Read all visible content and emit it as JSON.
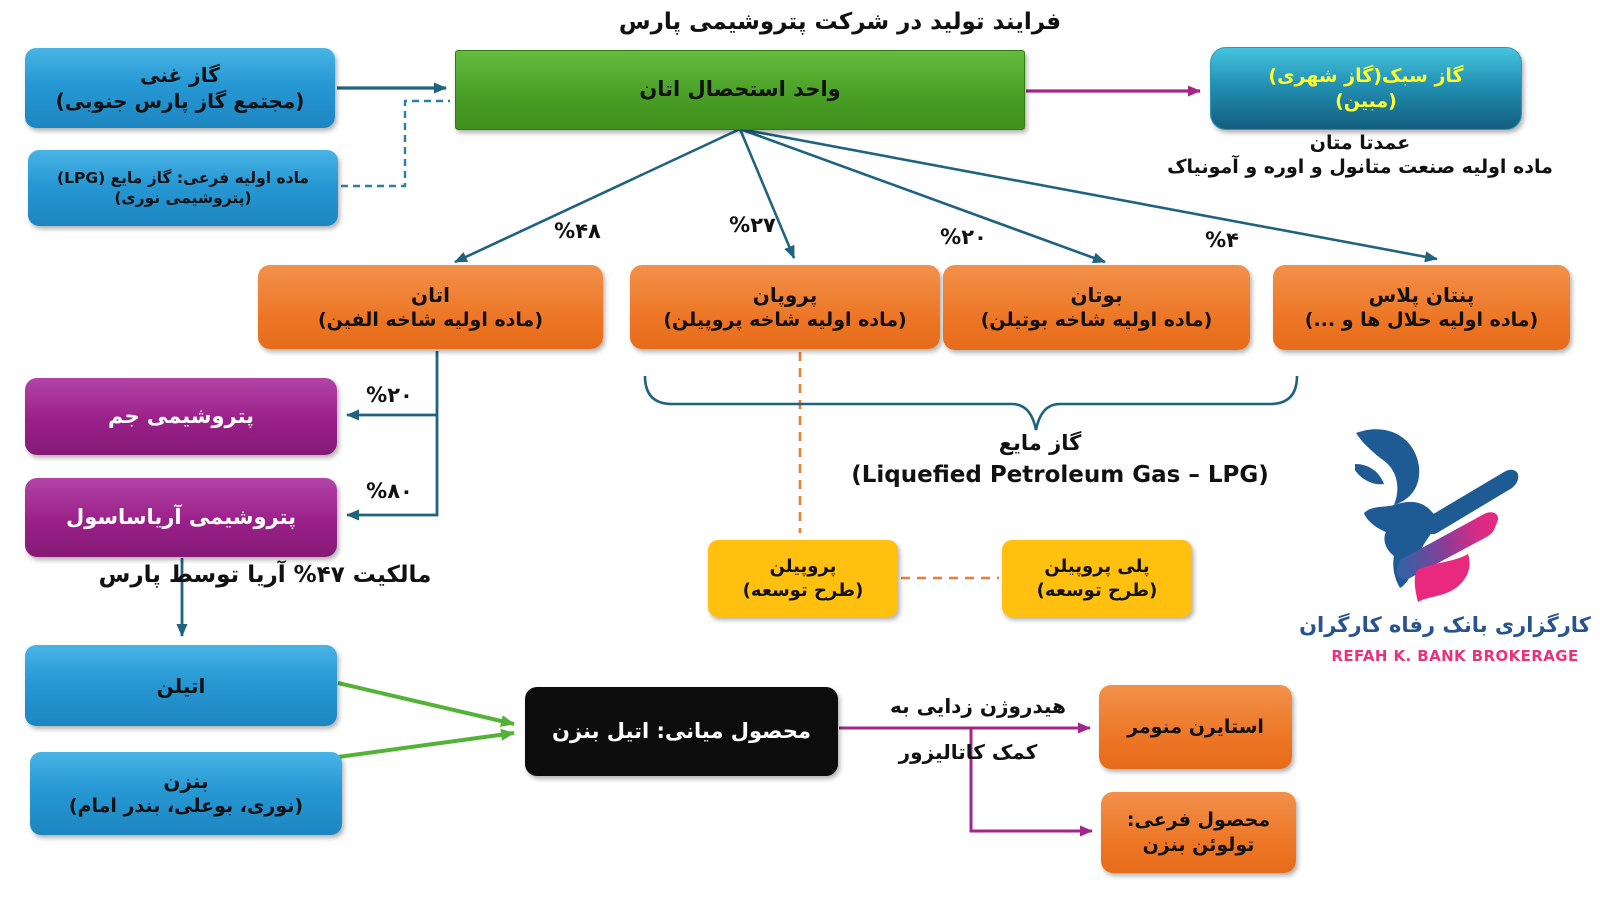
{
  "title": "فرایند تولید در شرکت پتروشیمی پارس",
  "colors": {
    "box_blue": "#2D9CD7",
    "box_green": "#4FA52C",
    "box_orange": "#ED7D31",
    "box_purple": "#9C2690",
    "box_yellow": "#FFC010",
    "box_black": "#0C0C0C",
    "box_teal_top": "#45C4DE",
    "box_teal_bottom": "#135E7E",
    "light_gas_text": "#FFFF2B",
    "arrow_teal": "#1E637F",
    "arrow_magenta": "#A22788",
    "arrow_green": "#52B336",
    "dash_orange": "#ED7D31",
    "logo_blue": "#1E5B94",
    "logo_pink": "#E8297E"
  },
  "nodes": {
    "rich_gas": {
      "line1": "گاز غنی",
      "line2": "(مجتمع گاز پارس جنوبی)"
    },
    "lpg_byproduct": {
      "line1": "ماده اولیه فرعی: گاز مایع (LPG)",
      "line2": "(پتروشیمی نوری)"
    },
    "ethane_unit": {
      "label": "واحد استحصال اتان"
    },
    "light_gas": {
      "line1": "گاز سبک(گاز شهری)",
      "line2": "(مبین)"
    },
    "methane_note": {
      "line1": "عمدتا متان",
      "line2": "ماده اولیه صنعت متانول و اوره و آمونیاک"
    },
    "ethane": {
      "line1": "اتان",
      "line2": "(ماده اولیه شاخه الفین)"
    },
    "propane": {
      "line1": "پروپان",
      "line2": "(ماده اولیه شاخه پروپیلن)"
    },
    "butane": {
      "line1": "بوتان",
      "line2": "(ماده اولیه شاخه بوتیلن)"
    },
    "pentane_plus": {
      "line1": "پنتان پلاس",
      "line2": "(ماده اولیه حلال ها و ...)"
    },
    "jam_petro": {
      "label": "پتروشیمی جم"
    },
    "aria_sasol": {
      "label": "پتروشیمی آریاساسول"
    },
    "ownership_note": {
      "label": "مالکیت ۴۷% آریا توسط پارس"
    },
    "ethylene": {
      "label": "اتیلن"
    },
    "benzene": {
      "line1": "بنزن",
      "line2": "(نوری، بوعلی، بندر امام)"
    },
    "ethylbenzene": {
      "label": "محصول میانی: اتیل بنزن"
    },
    "dehydrogenation_note": {
      "line1": "هیدروژن زدایی به",
      "line2": "کمک کاتالیزور"
    },
    "styrene": {
      "label": "استایرن منومر"
    },
    "toluene_byproduct": {
      "line1": "محصول فرعی:",
      "line2": "تولوئن بنزن"
    },
    "propylene": {
      "line1": "پروپیلن",
      "line2": "(طرح توسعه)"
    },
    "polypropylene": {
      "line1": "پلی پروپیلن",
      "line2": "(طرح توسعه)"
    },
    "lpg_group": {
      "line1": "گاز مایع",
      "line2": "(Liquefied Petroleum Gas – LPG)"
    }
  },
  "percent_labels": {
    "to_ethane": "%۴۸",
    "to_propane": "%۲۷",
    "to_butane": "%۲۰",
    "to_pentane": "%۴",
    "to_jam": "%۲۰",
    "to_aria": "%۸۰"
  },
  "logo": {
    "name_fa": "کارگزاری بانک رفاه کارگران",
    "name_en": "REFAH K. BANK BROKERAGE"
  }
}
